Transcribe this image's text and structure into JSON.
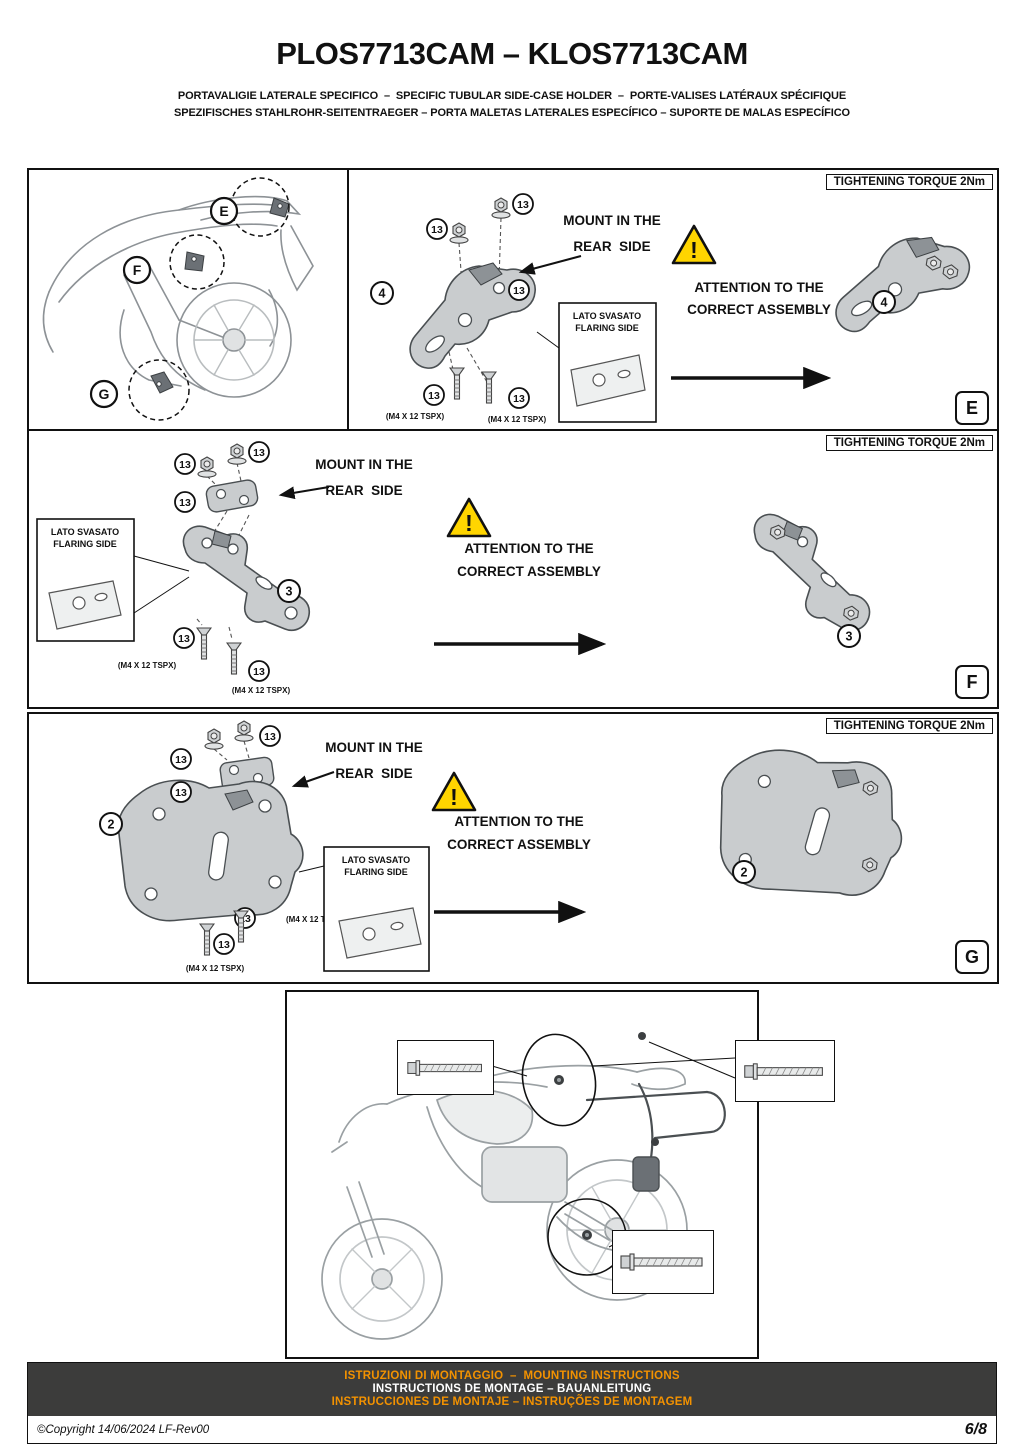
{
  "header": {
    "title": "PLOS7713CAM – KLOS7713CAM",
    "subtitle_line1": "PORTAVALIGIE LATERALE SPECIFICO  –  SPECIFIC TUBULAR SIDE-CASE HOLDER  –  PORTE-VALISES LATÉRAUX SPÉCIFIQUE",
    "subtitle_line2": "SPEZIFISCHES STAHLROHR-SEITENTRAEGER – PORTA MALETAS LATERALES ESPECÍFICO – SUPORTE DE MALAS ESPECÍFICO"
  },
  "common": {
    "torque_label": "TIGHTENING TORQUE 2Nm",
    "mount_line1": "MOUNT IN THE",
    "mount_line2": "REAR  SIDE",
    "attention_line1": "ATTENTION TO THE",
    "attention_line2": "CORRECT ASSEMBLY",
    "flaring_line1": "LATO SVASATO",
    "flaring_line2": "FLARING SIDE",
    "screw_spec": "(M4 X 12 TSPX)",
    "bolt_ref": "13",
    "warning_mark": "!"
  },
  "panel_e": {
    "part_ref": "4",
    "corner_letter": "E"
  },
  "panel_f": {
    "part_ref": "3",
    "corner_letter": "F"
  },
  "panel_g": {
    "part_ref": "2",
    "corner_letter": "G"
  },
  "footer": {
    "line1": "ISTRUZIONI DI MONTAGGIO  –  MOUNTING INSTRUCTIONS",
    "line2": "INSTRUCTIONS DE MONTAGE – BAUANLEITUNG",
    "line3": "INSTRUCCIONES DE MONTAJE – INSTRUÇÕES DE MONTAGEM",
    "copyright": "©Copyright 14/06/2024 LF-Rev00",
    "page_number": "6/8"
  },
  "colors": {
    "warning_yellow": "#FFD500",
    "footer_bar": "#3C3C3B",
    "footer_accent": "#F39200",
    "part_gray": "#C9CCCE"
  }
}
